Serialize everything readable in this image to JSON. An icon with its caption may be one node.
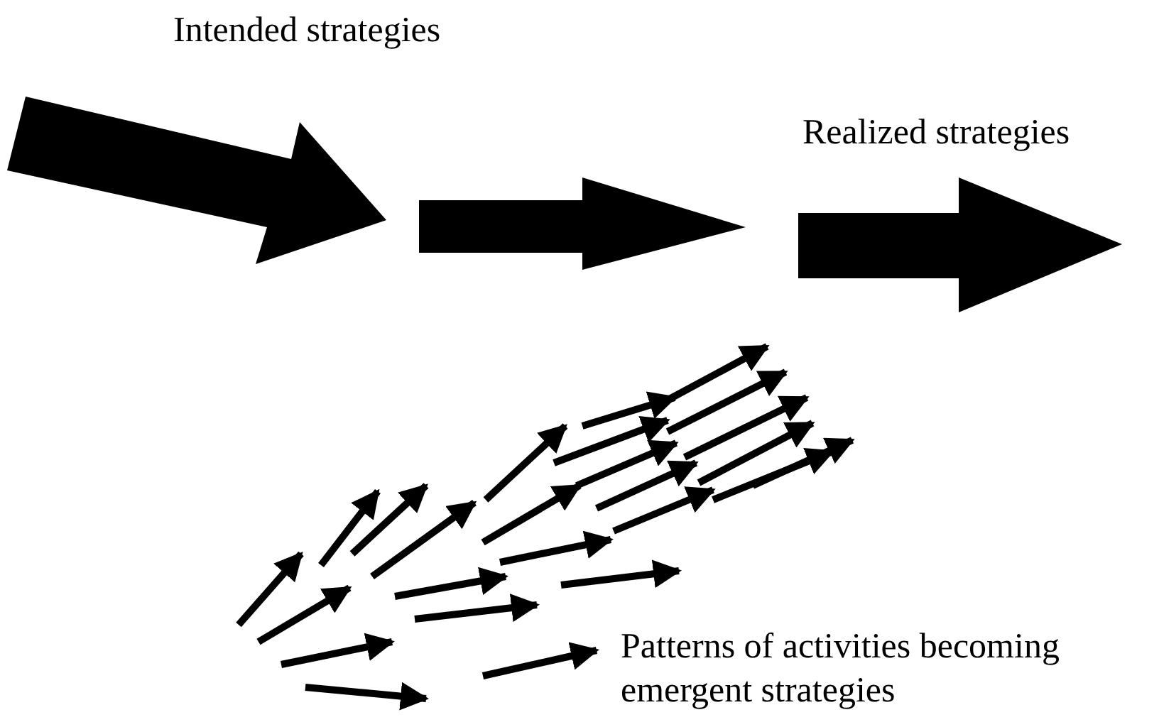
{
  "diagram": {
    "labels": [
      "Intended strategies",
      "Realized strategies",
      "Patterns of activities becoming emergent strategies"
    ]
  }
}
